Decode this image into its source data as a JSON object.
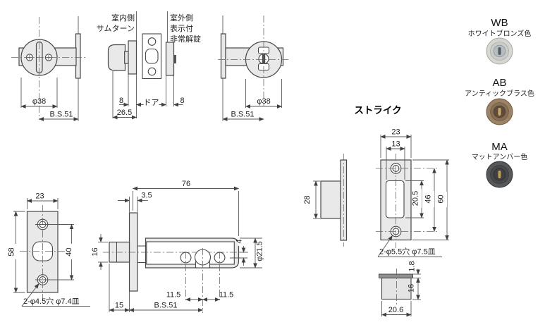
{
  "drawing": {
    "thumbturn_view": {
      "dia": "φ38",
      "backset": "B.S.51"
    },
    "section_view": {
      "indoor_label_line1": "室内側",
      "indoor_label_line2": "サムターン",
      "outdoor_label_line1": "室外側",
      "outdoor_label_line2": "表示付",
      "outdoor_label_line3": "非常解錠",
      "indoor_thickness": "8",
      "door": "ドア",
      "outdoor_thickness": "8",
      "protrusion": "26.5"
    },
    "cylinder_view": {
      "dia": "φ38",
      "backset": "B.S.51"
    },
    "faceplate_view": {
      "width": "23",
      "height": "58",
      "screw_pitch": "40",
      "screw_note": "2-φ4.5穴 φ7.4皿"
    },
    "latch_view": {
      "body_length": "76",
      "plate_thickness": "3.5",
      "bolt_height": "16",
      "center_offset": "4",
      "body_dia": "φ21.5",
      "pitch_left": "11.5",
      "pitch_right": "11.5",
      "bolt_tip": "15",
      "backset": "B.S.51"
    },
    "strike_view": {
      "title": "ストライク",
      "box_depth": "28",
      "width": "23",
      "opening_width": "13",
      "opening_height": "20.5",
      "screw_pitch": "46",
      "height": "60",
      "screw_note": "2-φ5.5穴 φ7.5皿"
    },
    "dust_box_view": {
      "lip": "1.8",
      "depth": "16",
      "width": "20.6"
    }
  },
  "finishes": [
    {
      "code": "WB",
      "name": "ホワイトブロンズ色",
      "face": "#d7d7d2",
      "ring": "#c9ccc9",
      "core": "#b6bdc2",
      "keyhole": "#535b61",
      "edge": "#a8a8a2"
    },
    {
      "code": "AB",
      "name": "アンティックブラス色",
      "face": "#9d8365",
      "ring": "#866e55",
      "core": "#5e4b38",
      "keyhole": "#c9a96b",
      "edge": "#6e5a44"
    },
    {
      "code": "MA",
      "name": "マットアンバー色",
      "face": "#57585a",
      "ring": "#48494b",
      "core": "#3f4042",
      "keyhole": "#bd9c55",
      "edge": "#333436"
    }
  ]
}
